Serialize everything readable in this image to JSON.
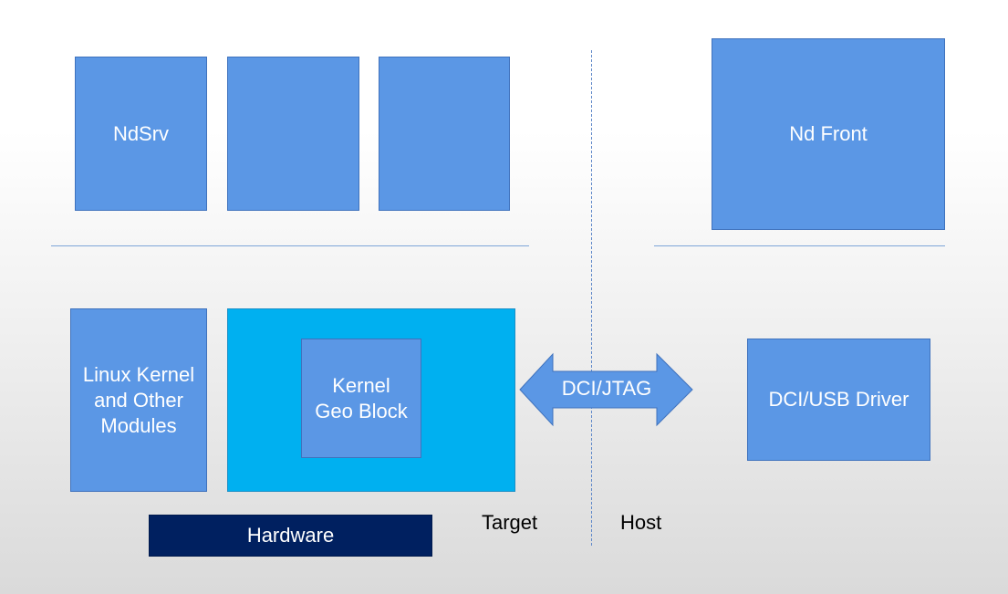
{
  "target": {
    "ndsrv_label": "NdSrv",
    "linux_kernel_label": "Linux Kernel\nand Other\nModules",
    "geo_block_label": "Kernel\nGeo Block",
    "hardware_label": "Hardware",
    "target_label": "Target"
  },
  "host": {
    "nd_front_label": "Nd Front",
    "usb_driver_label": "DCI/USB Driver",
    "host_label": "Host"
  },
  "link": {
    "arrow_label": "DCI/JTAG"
  },
  "colors": {
    "box_blue": "#5b97e5",
    "kernel_cyan": "#00b0f0",
    "hardware_navy": "#002060"
  }
}
